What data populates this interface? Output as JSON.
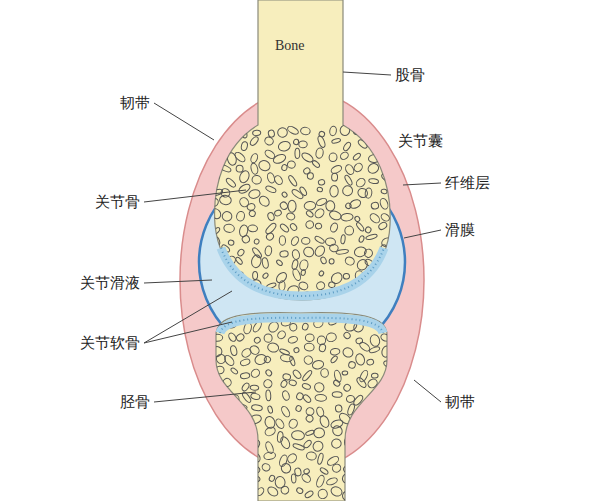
{
  "diagram": {
    "labels": [
      "Bone",
      "股骨",
      "韧带",
      "关节囊",
      "关节骨",
      "纤维层",
      "滑膜",
      "关节滑液",
      "关节软骨",
      "胫骨",
      "韧带"
    ]
  }
}
